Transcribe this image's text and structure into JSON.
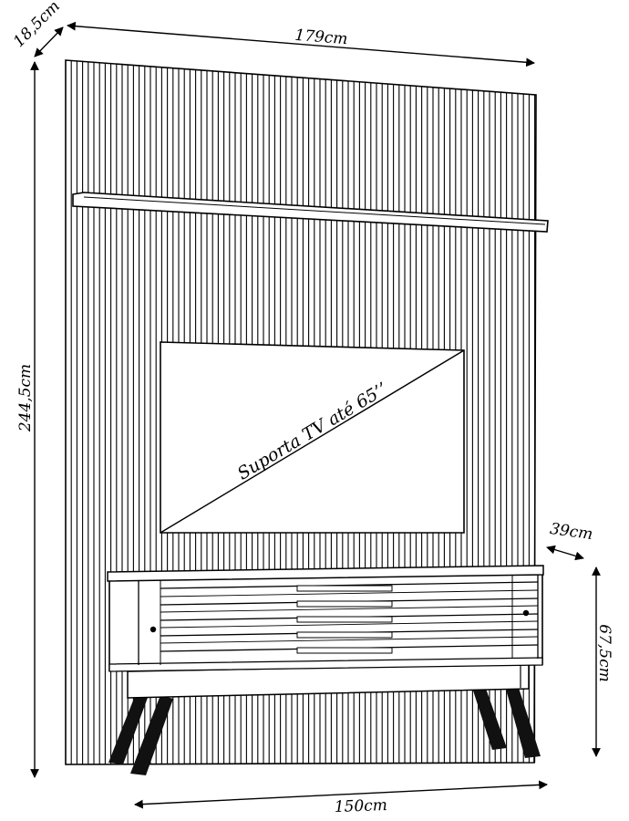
{
  "dimensions": {
    "depth_top": "18,5cm",
    "width_panel": "179cm",
    "height_total": "244,5cm",
    "depth_rack": "39cm",
    "height_rack": "67,5cm",
    "width_rack": "150cm"
  },
  "tv_area": {
    "label": "Suporta TV até 65’’"
  },
  "colors": {
    "ink": "#000000",
    "background": "#ffffff",
    "legs": "#111111"
  }
}
